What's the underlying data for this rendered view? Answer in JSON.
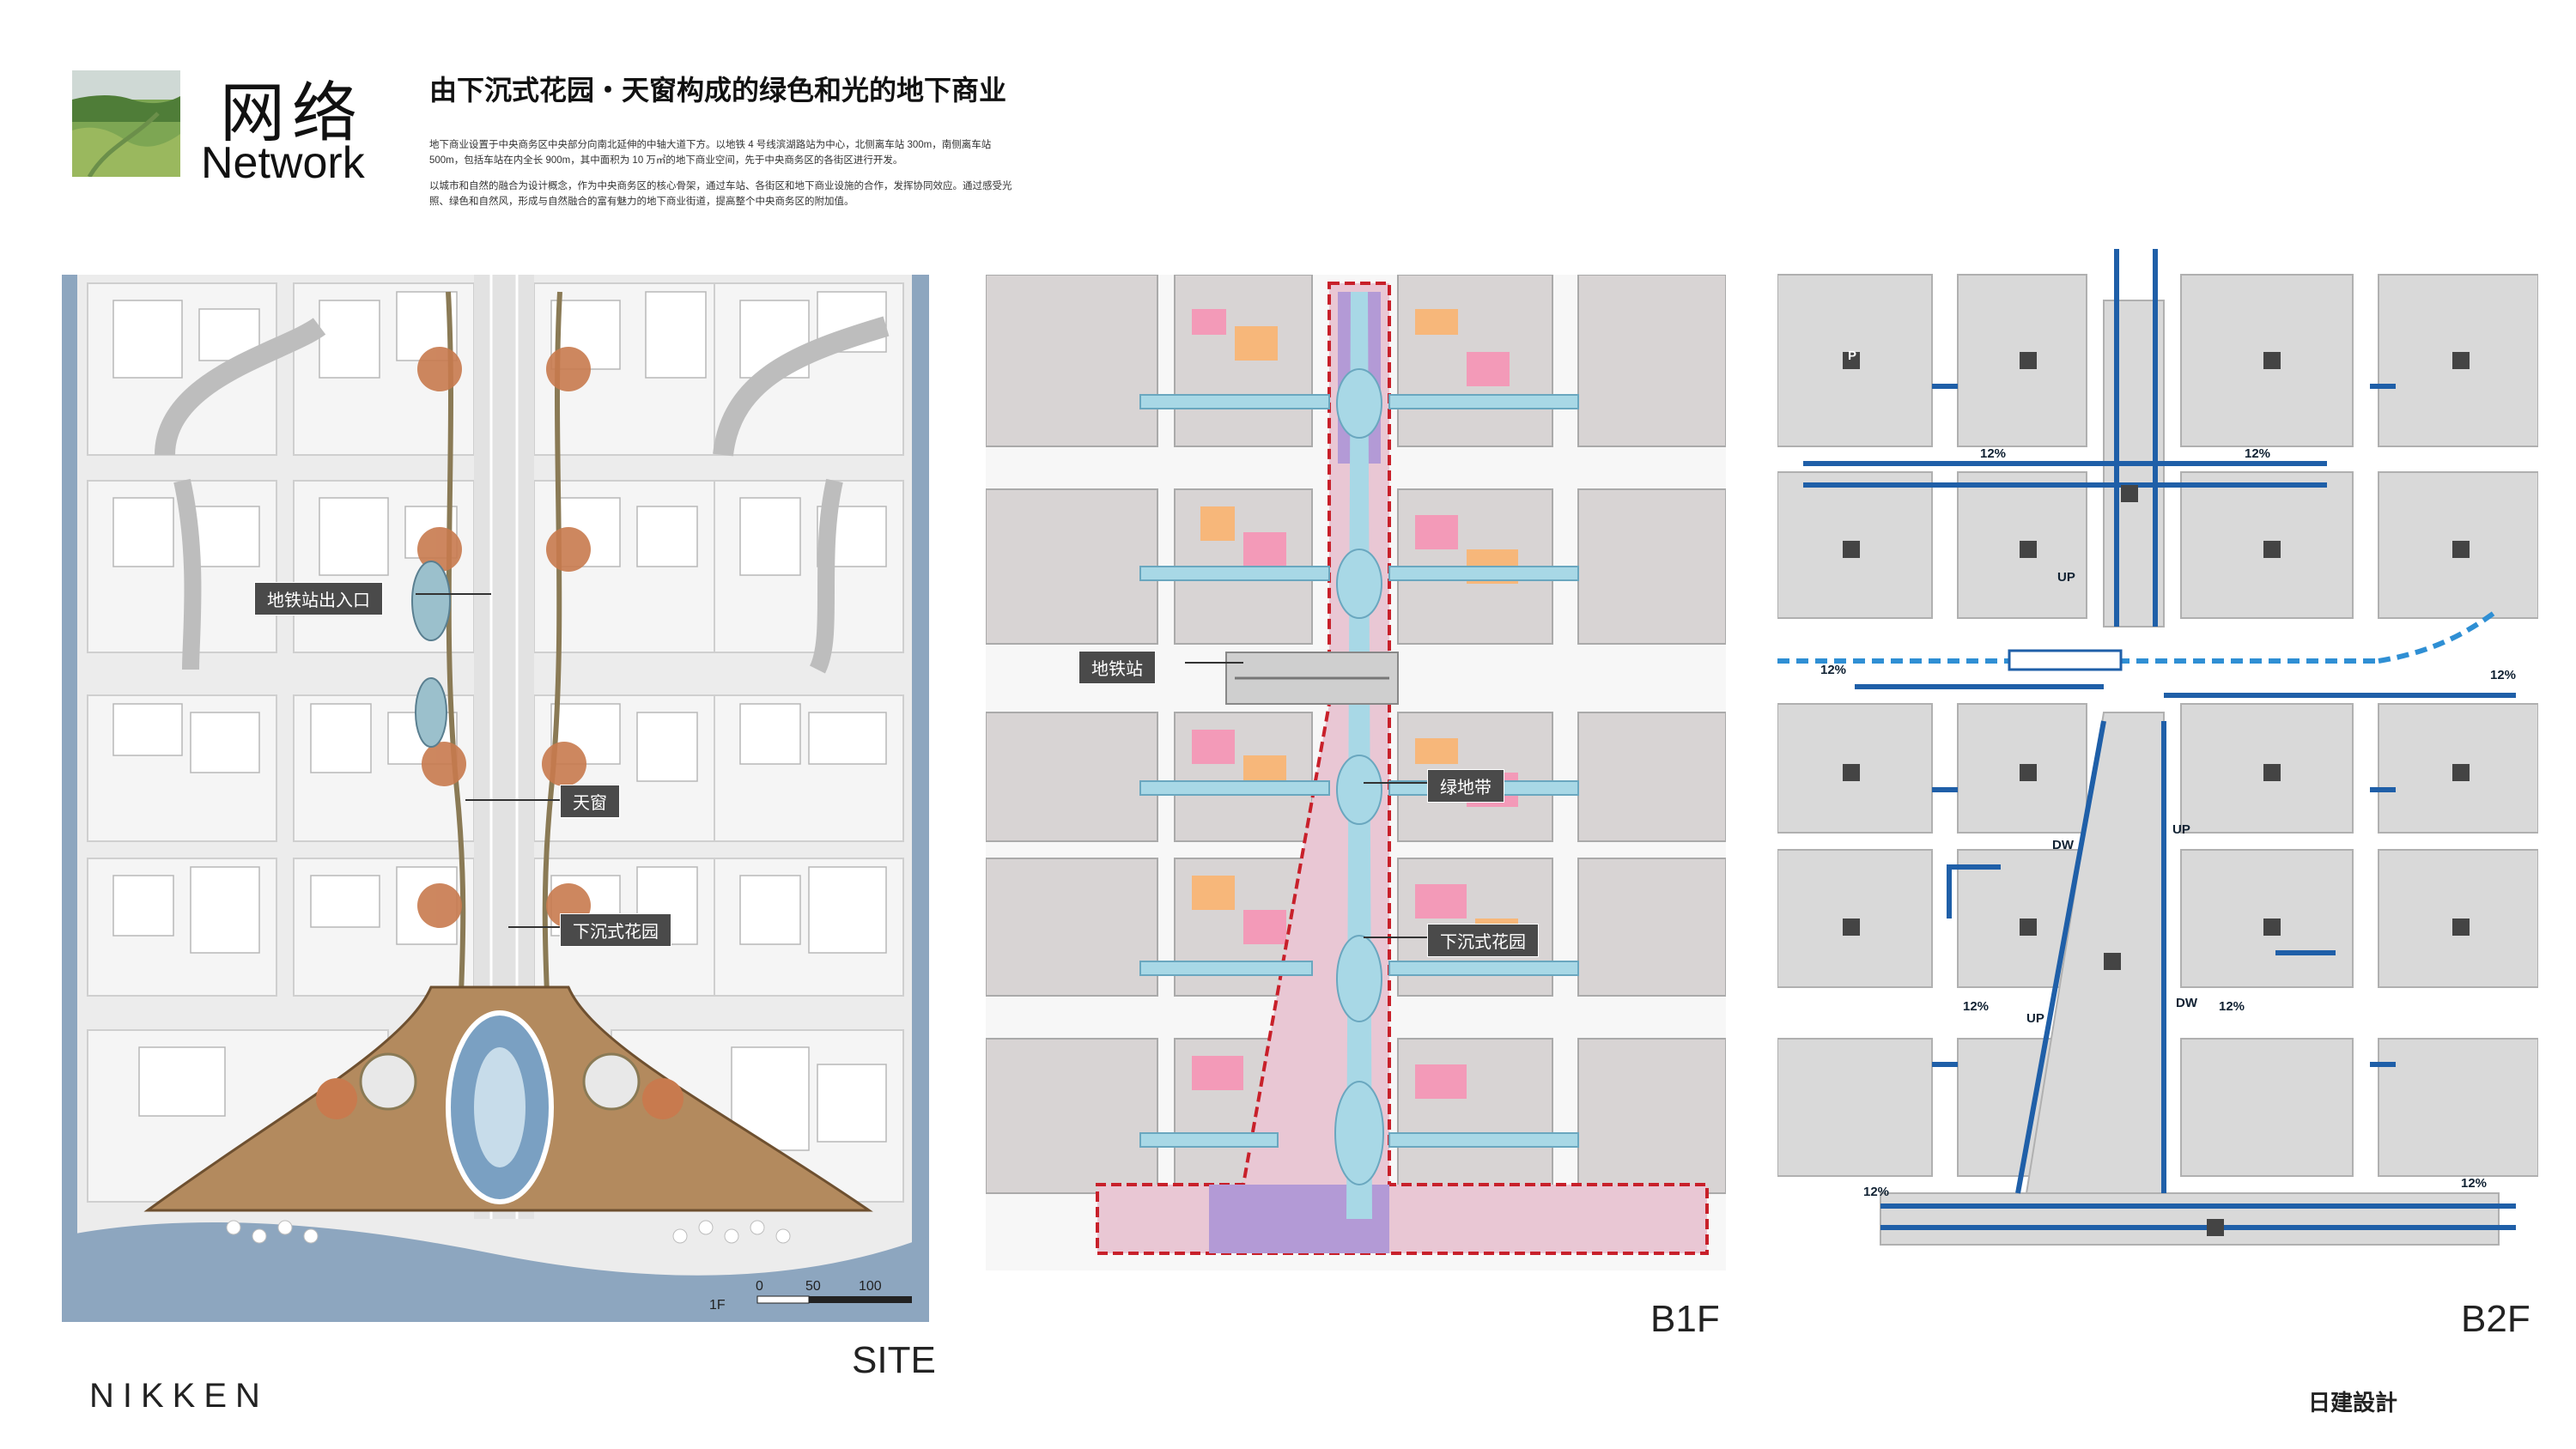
{
  "header": {
    "title_cn": "网络",
    "title_en": "Network",
    "headline": "由下沉式花园・天窗构成的绿色和光的地下商业",
    "paragraph_1": "地下商业设置于中央商务区中央部分向南北延伸的中轴大道下方。以地铁 4 号线滨湖路站为中心，北侧离车站 300m，南侧离车站 500m，包括车站在内全长 900m，其中面积为 10 万㎡的地下商业空间，先于中央商务区的各街区进行开发。",
    "paragraph_2": "以城市和自然的融合为设计概念，作为中央商务区的核心骨架，通过车站、各街区和地下商业设施的合作，发挥协同效应。通过感受光照、绿色和自然风，形成与自然融合的富有魅力的地下商业街道，提高整个中央商务区的附加值。"
  },
  "site_panel": {
    "label": "SITE",
    "callouts": {
      "subway_exit": "地铁站出入口",
      "skylight": "天窗",
      "sunken_garden": "下沉式花园"
    },
    "scale": {
      "floor": "1F",
      "ticks": [
        "0",
        "50",
        "100"
      ]
    }
  },
  "b1f_panel": {
    "label": "B1F",
    "callouts": {
      "subway_station": "地铁站",
      "green_belt": "绿地带",
      "sunken_garden": "下沉式花园"
    }
  },
  "b2f_panel": {
    "label": "B2F",
    "parking": "P",
    "ramp_12": "12%",
    "up": "UP",
    "down": "DW"
  },
  "branding": {
    "logo_en": "NIKKEN",
    "logo_jp": "日建設計"
  },
  "colors": {
    "route_blue": "#1f5fa8",
    "dashed_blue": "#2f8fd4",
    "boundary_red": "#c8202a",
    "plaza_brown": "#b38a5e",
    "water_blue": "#8da6bf",
    "block_gray": "#d9d9d9"
  }
}
